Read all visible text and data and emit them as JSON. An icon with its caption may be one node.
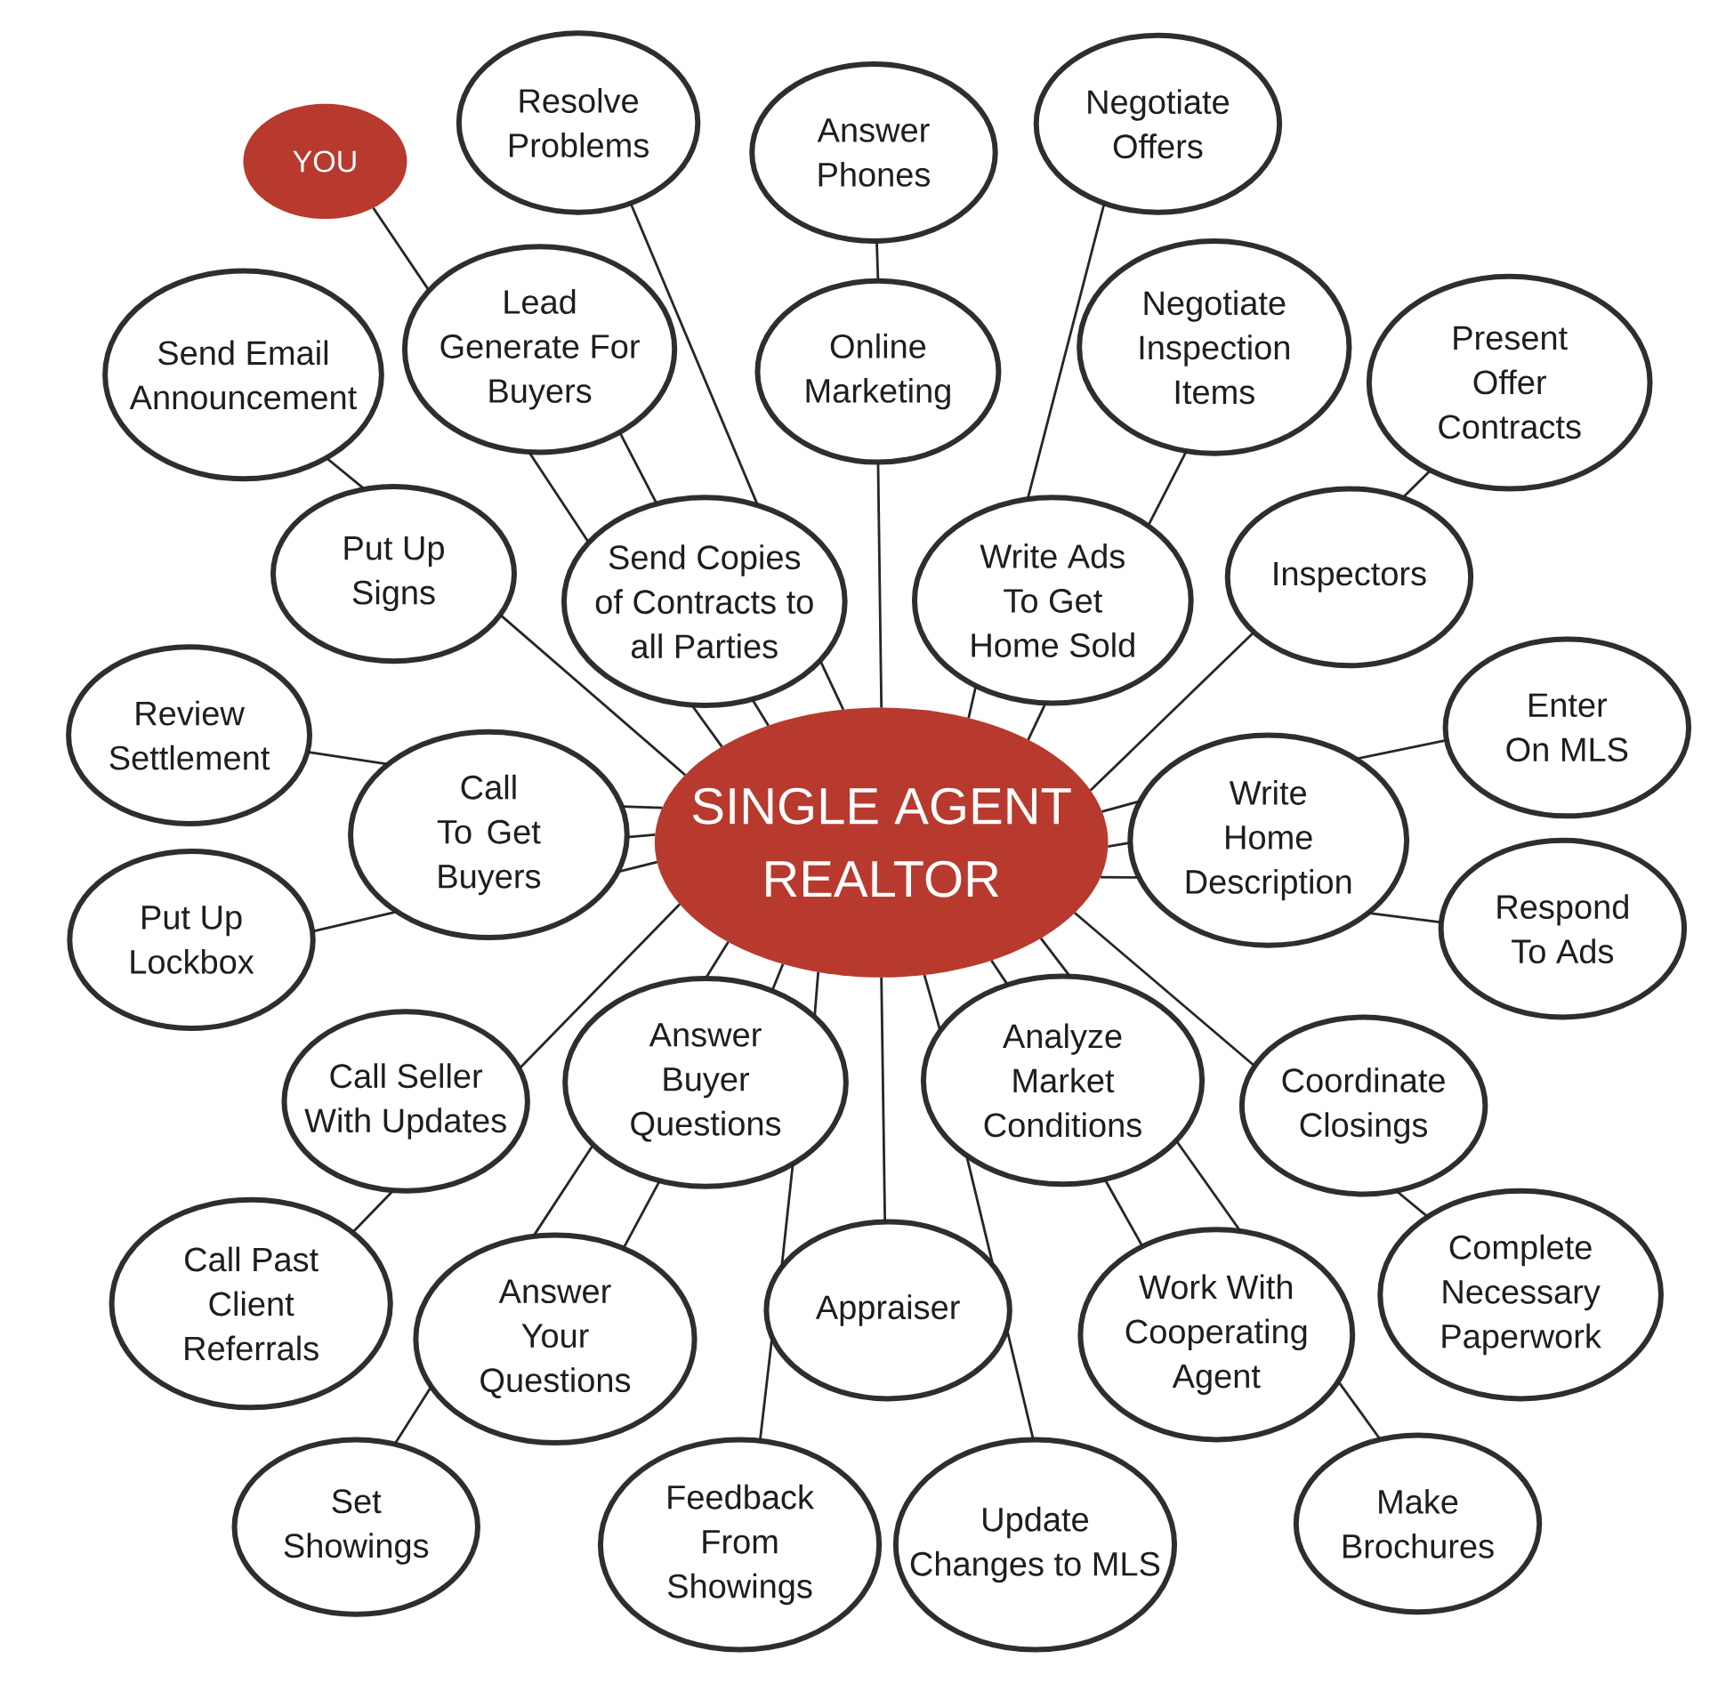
{
  "diagram": {
    "nodes": [
      {
        "text": [
          "SINGLE AGENT REALTOR"
        ]
      },
      {
        "text": [
          "YOU"
        ]
      },
      {
        "text": [
          "Resolve Problems"
        ]
      },
      {
        "text": [
          "Answer Phones"
        ]
      },
      {
        "text": [
          "Negotiate Offers"
        ]
      },
      {
        "text": [
          "Send Email Announcement"
        ]
      },
      {
        "text": [
          "Lead Generate For Buyers"
        ]
      },
      {
        "text": [
          "Online Marketing"
        ]
      },
      {
        "text": [
          "Negotiate Inspection Items"
        ]
      },
      {
        "text": [
          "Present Offer Contracts"
        ]
      },
      {
        "text": [
          "Put Up Signs"
        ]
      },
      {
        "text": [
          "Send Copies of Contracts to all Parties"
        ]
      },
      {
        "text": [
          "Write Ads To Get Home Sold"
        ]
      },
      {
        "text": [
          "Inspectors"
        ]
      },
      {
        "text": [
          "Review Settlement"
        ]
      },
      {
        "text": [
          "Call To Get Buyers"
        ]
      },
      {
        "text": [
          "Enter On MLS"
        ]
      },
      {
        "text": [
          "Write Home Description"
        ]
      },
      {
        "text": [
          "Put Up Lockbox"
        ]
      },
      {
        "text": [
          "Respond To Ads"
        ]
      },
      {
        "text": [
          "Call Seller With Updates"
        ]
      },
      {
        "text": [
          "Answer Buyer Questions"
        ]
      },
      {
        "text": [
          "Analyze Market Conditions"
        ]
      },
      {
        "text": [
          "Coordinate Closings"
        ]
      },
      {
        "text": [
          "Call Past Client Referrals"
        ]
      },
      {
        "text": [
          "Answer Your Questions"
        ]
      },
      {
        "text": [
          "Appraiser"
        ]
      },
      {
        "text": [
          "Work With Cooperating Agent"
        ]
      },
      {
        "text": [
          "Complete Necessary Paperwork"
        ]
      },
      {
        "text": [
          "Set Showings"
        ]
      },
      {
        "text": [
          "Feedback From Showings"
        ]
      },
      {
        "text": [
          "Update Changes to MLS"
        ]
      },
      {
        "text": [
          "Make Brochures"
        ]
      }
    ],
    "edges": [
      {
        "from": 1,
        "to": 6,
        "arrow": "none"
      },
      {
        "from": 2,
        "to": 11,
        "arrow": "none"
      },
      {
        "from": 6,
        "to": 11,
        "arrow": "none"
      },
      {
        "from": 6,
        "to": 11,
        "arrow": "none"
      },
      {
        "from": 3,
        "to": 7,
        "arrow": "none"
      },
      {
        "from": 7,
        "to": 0,
        "arrow": "none"
      },
      {
        "from": 4,
        "to": 12,
        "arrow": "none"
      },
      {
        "from": 8,
        "to": 12,
        "arrow": "none"
      },
      {
        "from": 9,
        "to": 13,
        "arrow": "none"
      },
      {
        "from": 5,
        "to": 10,
        "arrow": "none"
      },
      {
        "from": 11,
        "to": 0,
        "arrow": "none"
      },
      {
        "from": 11,
        "to": 0,
        "arrow": "none"
      },
      {
        "from": 11,
        "to": 0,
        "arrow": "none"
      },
      {
        "from": 12,
        "to": 0,
        "arrow": "none"
      },
      {
        "from": 12,
        "to": 0,
        "arrow": "none"
      },
      {
        "from": 13,
        "to": 0,
        "arrow": "none"
      },
      {
        "from": 10,
        "to": 0,
        "arrow": "none"
      },
      {
        "from": 14,
        "to": 15,
        "arrow": "none"
      },
      {
        "from": 15,
        "to": 0,
        "arrow": "none"
      },
      {
        "from": 15,
        "to": 0,
        "arrow": "none"
      },
      {
        "from": 18,
        "to": 15,
        "arrow": "none"
      },
      {
        "from": 15,
        "to": 0,
        "arrow": "none"
      },
      {
        "from": 16,
        "to": 17,
        "arrow": "none"
      },
      {
        "from": 17,
        "to": 0,
        "arrow": "none"
      },
      {
        "from": 17,
        "to": 0,
        "arrow": "none"
      },
      {
        "from": 19,
        "to": 17,
        "arrow": "none"
      },
      {
        "from": 17,
        "to": 0,
        "arrow": "none"
      },
      {
        "from": 20,
        "to": 0,
        "arrow": "none"
      },
      {
        "from": 24,
        "to": 20,
        "arrow": "none"
      },
      {
        "from": 21,
        "to": 0,
        "arrow": "none"
      },
      {
        "from": 21,
        "to": 0,
        "arrow": "none"
      },
      {
        "from": 21,
        "to": 0,
        "arrow": "none"
      },
      {
        "from": 25,
        "to": 21,
        "arrow": "none"
      },
      {
        "from": 25,
        "to": 21,
        "arrow": "none"
      },
      {
        "from": 29,
        "to": 25,
        "arrow": "none"
      },
      {
        "from": 26,
        "to": 21,
        "arrow": "none"
      },
      {
        "from": 30,
        "to": 26,
        "arrow": "none"
      },
      {
        "from": 26,
        "to": 0,
        "arrow": "none"
      },
      {
        "from": 22,
        "to": 0,
        "arrow": "none"
      },
      {
        "from": 22,
        "to": 0,
        "arrow": "none"
      },
      {
        "from": 22,
        "to": 0,
        "arrow": "none"
      },
      {
        "from": 26,
        "to": 22,
        "arrow": "none"
      },
      {
        "from": 31,
        "to": 26,
        "arrow": "none"
      },
      {
        "from": 27,
        "to": 22,
        "arrow": "none"
      },
      {
        "from": 27,
        "to": 22,
        "arrow": "none"
      },
      {
        "from": 32,
        "to": 27,
        "arrow": "none"
      },
      {
        "from": 23,
        "to": 0,
        "arrow": "none"
      },
      {
        "from": 28,
        "to": 23,
        "arrow": "none"
      }
    ]
  }
}
